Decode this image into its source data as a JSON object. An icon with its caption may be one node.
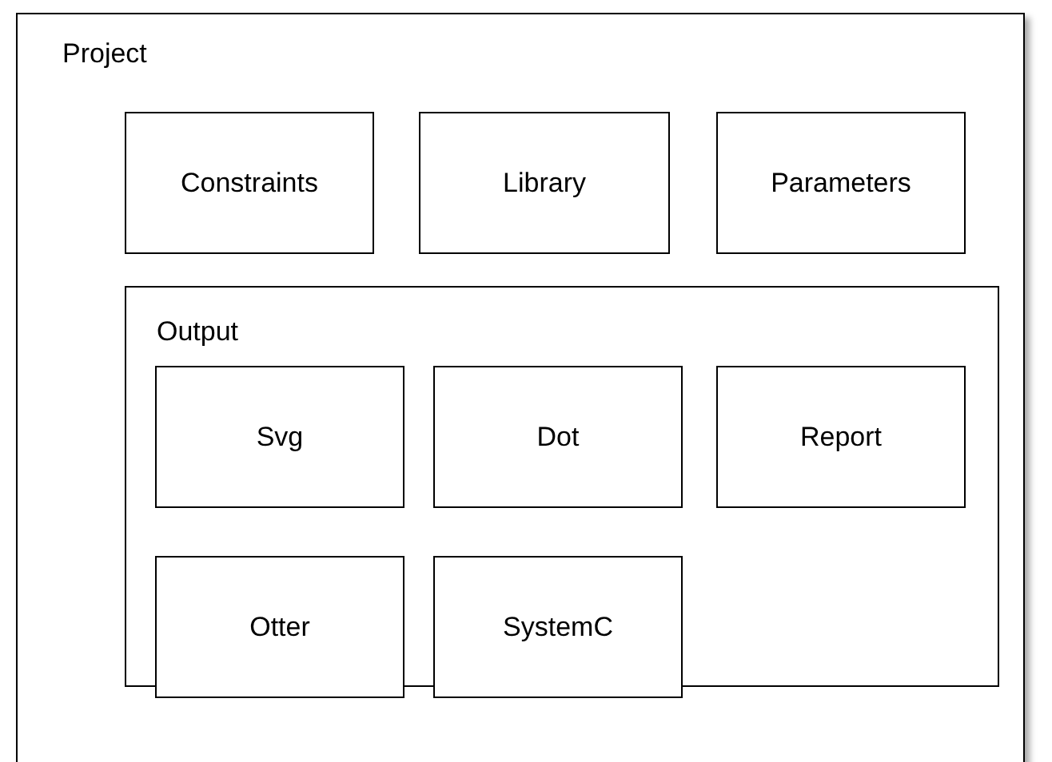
{
  "diagram": {
    "nodes": [
      {
        "text": [
          "Project"
        ]
      },
      {
        "text": [
          "Constraints"
        ],
        "in": 0
      },
      {
        "text": [
          "Library"
        ],
        "in": 0
      },
      {
        "text": [
          "Parameters"
        ],
        "in": 0
      },
      {
        "text": [
          "Output"
        ],
        "in": 0
      },
      {
        "text": [
          "Svg"
        ],
        "in": 4
      },
      {
        "text": [
          "Dot"
        ],
        "in": 4
      },
      {
        "text": [
          "Report"
        ],
        "in": 4
      },
      {
        "text": [
          "Otter"
        ],
        "in": 4
      },
      {
        "text": [
          "SystemC"
        ],
        "in": 4
      }
    ]
  }
}
